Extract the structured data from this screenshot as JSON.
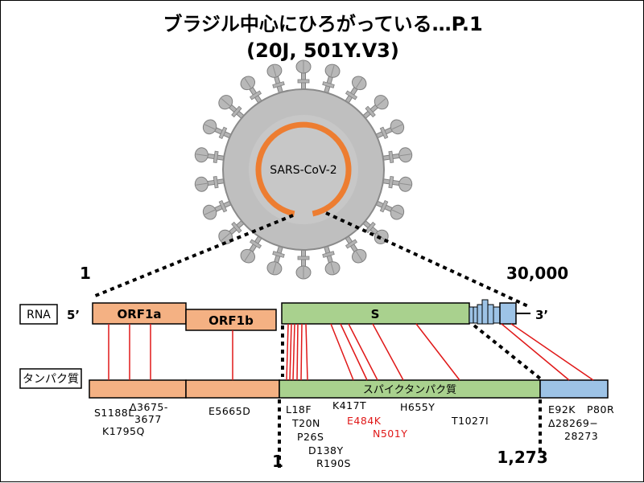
{
  "title": {
    "line1": "ブラジル中心にひろがっている…P.1",
    "line2": "(20J, 501Y.V3)"
  },
  "virus": {
    "label": "SARS-CoV-2"
  },
  "scale": {
    "rna_start": "1",
    "rna_end": "30,000",
    "protein_start": "1",
    "protein_end": "1,273"
  },
  "rows": {
    "rna_label": "RNA",
    "protein_label": "タンパク質",
    "five_prime": "5’",
    "three_prime": "3’"
  },
  "genes": {
    "orf1a": "ORF1a",
    "orf1b": "ORF1b",
    "s": "S",
    "spike_protein": "スパイクタンパク質"
  },
  "mutations": {
    "orf1a": [
      "S1188L",
      "Δ3675-",
      "3677",
      "K1795Q"
    ],
    "orf1b": [
      "E5665D"
    ],
    "spike_black": [
      "L18F",
      "T20N",
      "P26S",
      "D138Y",
      "R190S",
      "K417T",
      "H655Y",
      "T1027I"
    ],
    "spike_red": [
      "E484K",
      "N501Y"
    ],
    "n": [
      "E92K",
      "P80R",
      "Δ28269−",
      "28273"
    ]
  },
  "colors": {
    "orf": "#f4b183",
    "spike": "#a9d18e",
    "n_gene": "#9dc3e6",
    "accent_ring": "#ed7d31",
    "mutation_line": "#e01818",
    "virus_body": "#bfbfbf"
  },
  "icons": {
    "virus": "coronavirus-icon"
  }
}
